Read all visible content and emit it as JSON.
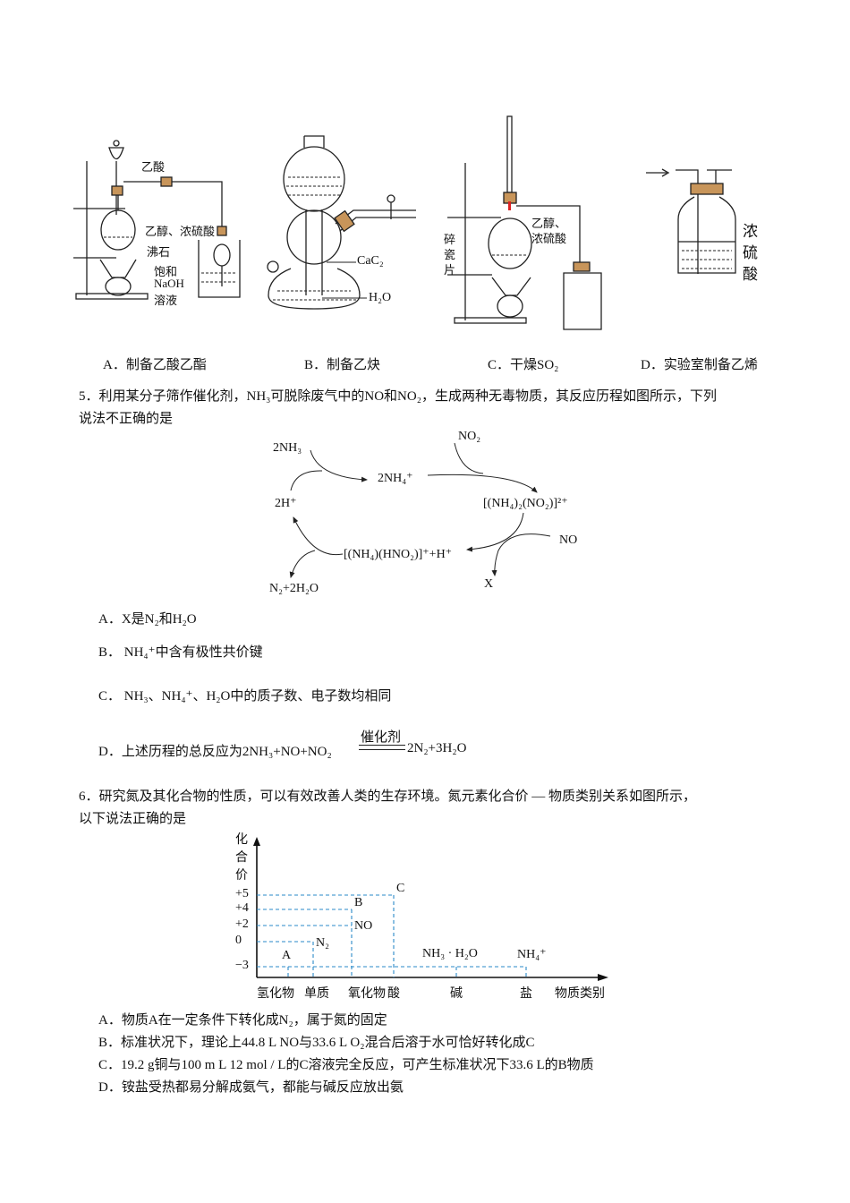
{
  "q4": {
    "apparatus": {
      "a": {
        "labels": [
          "乙酸",
          "乙醇、浓硫酸",
          "沸石",
          "饱和",
          "NaOH",
          "溶液"
        ]
      },
      "b": {
        "labels": [
          "CaC₂",
          "H₂O"
        ]
      },
      "c": {
        "labels": [
          "乙醇、",
          "浓硫酸",
          "碎",
          "瓷",
          "片"
        ]
      },
      "d": {
        "labels": [
          "浓",
          "硫",
          "酸"
        ]
      }
    },
    "options": [
      "A．制备乙酸乙酯",
      "B．制备乙炔",
      "C．干燥SO₂",
      "D．实验室制备乙烯"
    ]
  },
  "q5": {
    "stem_line1": "5．利用某分子筛作催化剂，NH₃可脱除废气中的NO和NO₂，生成两种无毒物质，其反应历程如图所示，下列",
    "stem_line2": "说法不正确的是",
    "diagram": {
      "nodes": [
        "2NH₃",
        "2NH₄⁺",
        "NO₂",
        "[(NH₄)₂(NO₂)]²⁺",
        "2H⁺",
        "NO",
        "[(NH₄)(HNO₂)]⁺+H⁺",
        "X",
        "N₂+2H₂O"
      ]
    },
    "options": {
      "a": "A．X是N₂和H₂O",
      "b": "B． NH₄⁺中含有极性共价键",
      "c": "C． NH₃、NH₄⁺、H₂O中的质子数、电子数均相同",
      "d_prefix": "D．上述历程的总反应为2NH₃+NO+NO₂",
      "d_catalyst": "催化剂",
      "d_suffix": "2N₂+3H₂O"
    }
  },
  "q6": {
    "stem_line1": "6．研究氮及其化合物的性质，可以有效改善人类的生存环境。氮元素化合价 — 物质类别关系如图所示，",
    "stem_line2": "以下说法正确的是",
    "options": [
      "A．物质A在一定条件下转化成N₂，属于氮的固定",
      "B．标准状况下，理论上44.8 L NO与33.6 L O₂混合后溶于水可恰好转化成C",
      "C．19.2 g铜与100 m L 12 mol / L的C溶液完全反应，可产生标准状况下33.6 L的B物质",
      "D．铵盐受热都易分解成氨气，都能与碱反应放出氨"
    ]
  },
  "chart_data": {
    "type": "scatter",
    "ylabel": "化合价",
    "xlabel": "物质类别",
    "categories": [
      "氢化物",
      "单质",
      "氧化物",
      "酸",
      "碱",
      "盐"
    ],
    "y_ticks": [
      "+5",
      "+4",
      "+2",
      "0",
      "−3"
    ],
    "y_tick_values": [
      5,
      4,
      2,
      0,
      -3
    ],
    "points": [
      {
        "label": "A",
        "category": "氢化物",
        "value": -3
      },
      {
        "label": "N₂",
        "category": "单质",
        "value": 0
      },
      {
        "label": "NO",
        "category": "氧化物",
        "value": 2
      },
      {
        "label": "B",
        "category": "氧化物",
        "value": 4
      },
      {
        "label": "C",
        "category": "酸",
        "value": 5
      },
      {
        "label": "NH₃ · H₂O",
        "category": "碱",
        "value": -3
      },
      {
        "label": "NH₄⁺",
        "category": "盐",
        "value": -3
      }
    ],
    "guide_color": "#2a8ac8"
  }
}
